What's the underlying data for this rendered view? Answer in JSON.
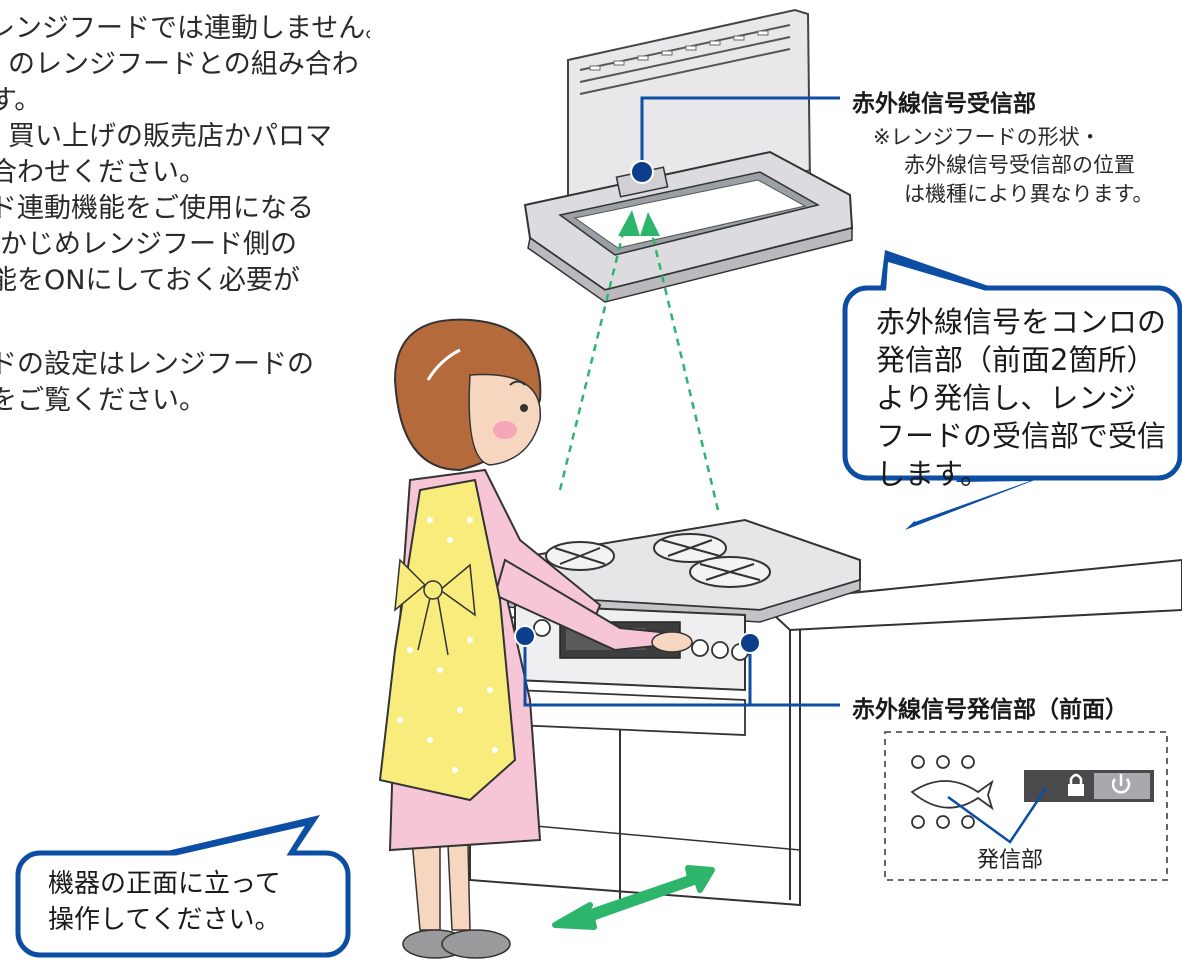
{
  "left_text": {
    "lines": [
      "レンジフードでは連動しません。",
      "のレンジフードとの組み合わ",
      "す。",
      "買い上げの販売店かパロマ",
      "合わせください。",
      "ド連動機能をご使用になる",
      "かじめレンジフード側の",
      "能をONにしておく必要が",
      "",
      "ドの設定はレンジフードの",
      "をご覧ください。"
    ]
  },
  "receiver": {
    "label": "赤外線信号受信部",
    "note_lines": [
      "※レンジフードの形状・",
      "赤外線信号受信部の位置",
      "は機種により異なります。"
    ]
  },
  "explain_bubble": {
    "lines": [
      "赤外線信号をコンロの",
      "発信部（前面2箇所）",
      "より発信し、レンジ",
      "フードの受信部で受信",
      "します。"
    ]
  },
  "transmitter": {
    "label": "赤外線信号発信部（前面）",
    "inset_label": "発信部"
  },
  "instruction_bubble": {
    "lines": [
      "機器の正面に立って",
      "操作してください。"
    ]
  },
  "colors": {
    "accent_blue": "#0c4ea3",
    "marker_blue": "#0d3e8c",
    "ir_green": "#2db56b",
    "apron_yellow": "#f7ec7c",
    "shirt_pink": "#f7c6d6",
    "hair_brown": "#b46a3a"
  }
}
